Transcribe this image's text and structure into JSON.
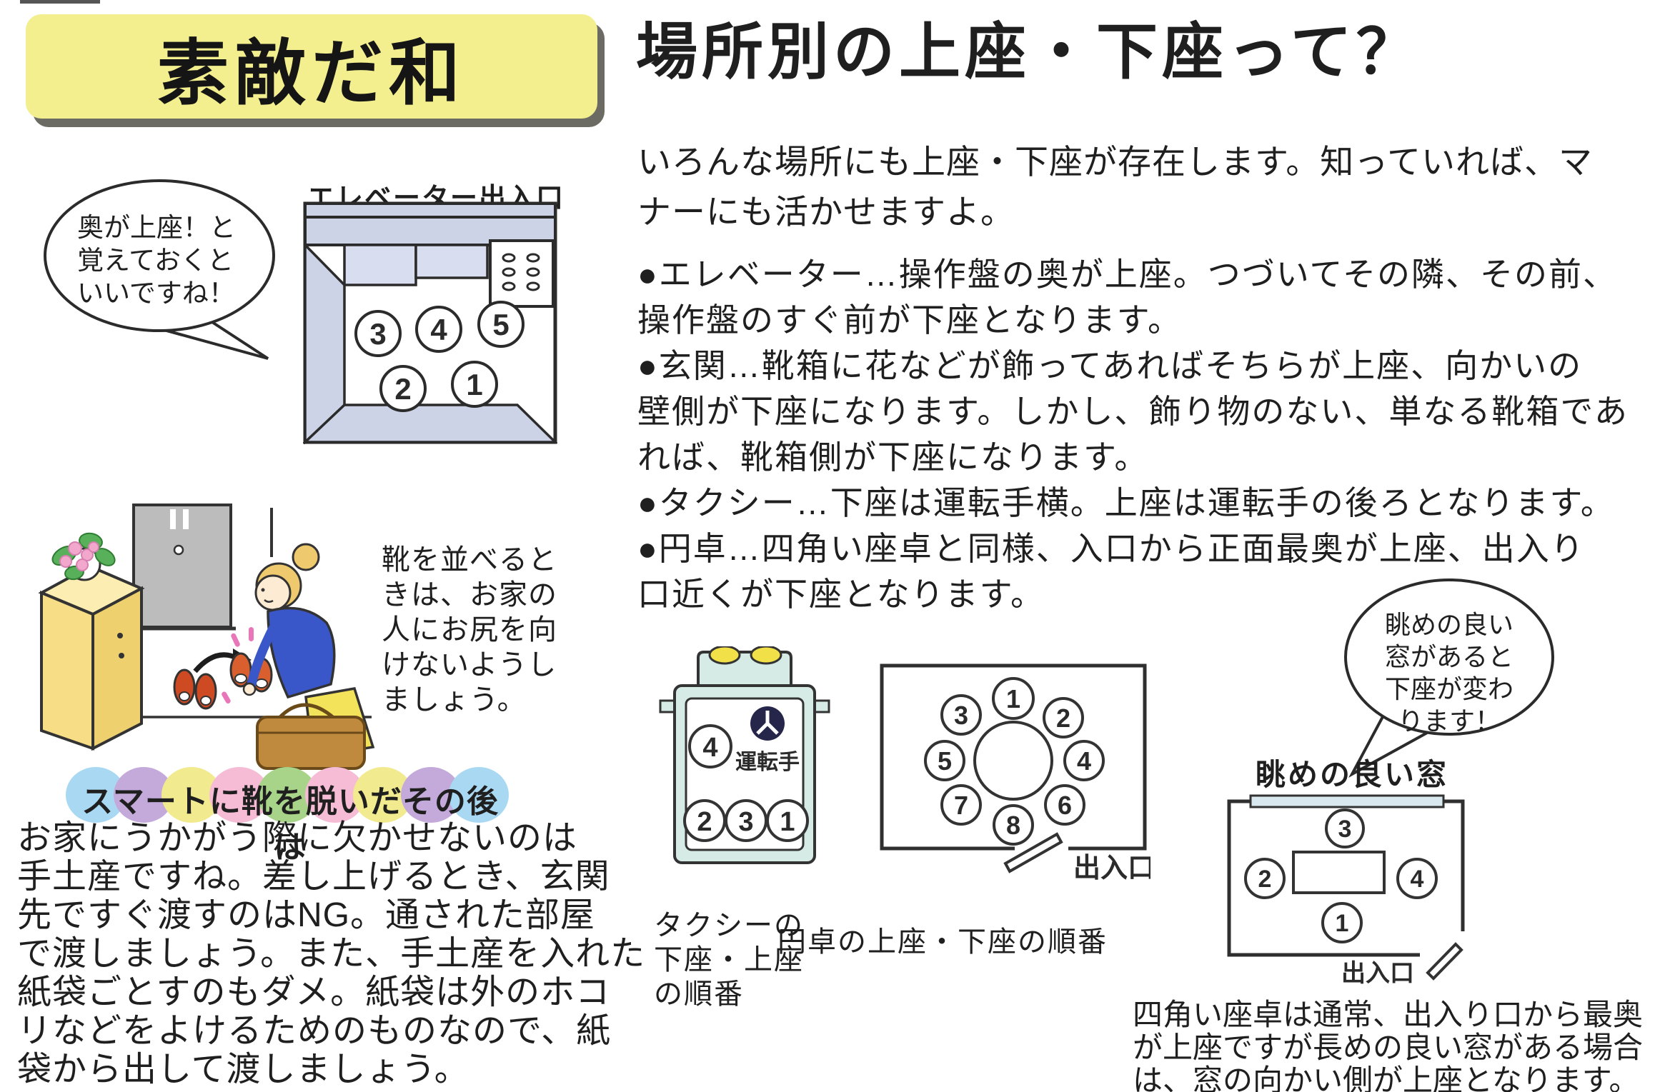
{
  "page": {
    "badge": "素敵だ和",
    "title": "場所別の上座・下座って？",
    "intro": "いろんな場所にも上座・下座が存在します。知っていれば、マ\nナーにも活かせますよ。",
    "bullets": [
      "●エレベーター…操作盤の奥が上座。つづいてその隣、その前、\n操作盤のすぐ前が下座となります。",
      "●玄関…靴箱に花などが飾ってあればそちらが上座、向かいの\n壁側が下座になります。しかし、飾り物のない、単なる靴箱であ\nれば、靴箱側が下座になります。",
      "●タクシー…下座は運転手横。上座は運転手の後ろとなります。",
      "●円卓…四角い座卓と同様、入口から正面最奥が上座、出入り\n口近くが下座となります。"
    ]
  },
  "left": {
    "bubble": "奥が上座！と\n覚えておくと\nいいですね！",
    "elevator": {
      "label": "エレベーター出入口",
      "seats": [
        "3",
        "4",
        "5",
        "2",
        "1"
      ]
    },
    "shoe_note": "靴を並べると\nきは、お家の\n人にお尻を向\nけないようし\nましょう。",
    "heading": "スマートに靴を脱いだその後は",
    "heading_oval_colors": [
      "#a9d9f2",
      "#c3aadb",
      "#f1ea8e",
      "#f6bcd5",
      "#a8d48a",
      "#f6bcd5",
      "#f1ea8e",
      "#c3aadb",
      "#a9d9f2"
    ],
    "paragraph": "お家にうかがう際に欠かせないのは\n手土産ですね。差し上げるとき、玄関\n先ですぐ渡すのはNG。通された部屋\nで渡しましょう。また、手土産を入れた\n紙袋ごとすのもダメ。紙袋は外のホコ\nリなどをよけるためのものなので、紙\n袋から出して渡しましょう。"
  },
  "bottom": {
    "taxi": {
      "driver": "運転手",
      "seats": [
        "4",
        "2",
        "3",
        "1"
      ],
      "caption": "タクシーの\n下座・上座\nの順番"
    },
    "round_table": {
      "seats": [
        "1",
        "2",
        "3",
        "4",
        "5",
        "6",
        "7",
        "8"
      ],
      "door": "出入口",
      "caption": "円卓の上座・下座の順番"
    },
    "window_room": {
      "bubble": "眺めの良い\n窓があると\n下座が変わ\nります！",
      "window_label": "眺めの良い窓",
      "seats": [
        "3",
        "2",
        "4",
        "1"
      ],
      "door": "出入口",
      "note": "四角い座卓は通常、出入り口から最奥\nが上座ですが長めの良い窓がある場合\nは、窓の向かい側が上座となります。"
    }
  },
  "colors": {
    "badge_bg": "#f3ef8e",
    "badge_shadow": "#6b6b63",
    "elevator_wall": "#ccd3e6",
    "elevator_panel": "#d8ddef",
    "taxi_body": "#d6ebe5",
    "taxi_light": "#f2e049",
    "steering_navy": "#26264a",
    "window_bar": "#d9e8ee",
    "door_gray": "#bcbcbc",
    "shoebox_front": "#f7dd85",
    "shoebox_top": "#fcedb2",
    "shoebox_side": "#eed06e",
    "leaf_green": "#58b05a",
    "flower_pink": "#f2a8cc",
    "hair_blonde": "#eec96d",
    "sweater_blue": "#3a57c9",
    "skirt_yellow": "#f3e35a",
    "shoe_red": "#cd4a22",
    "slipper_orange": "#da5f2e",
    "bag_brown": "#c08a3e",
    "ink": "#2b2b2b"
  }
}
